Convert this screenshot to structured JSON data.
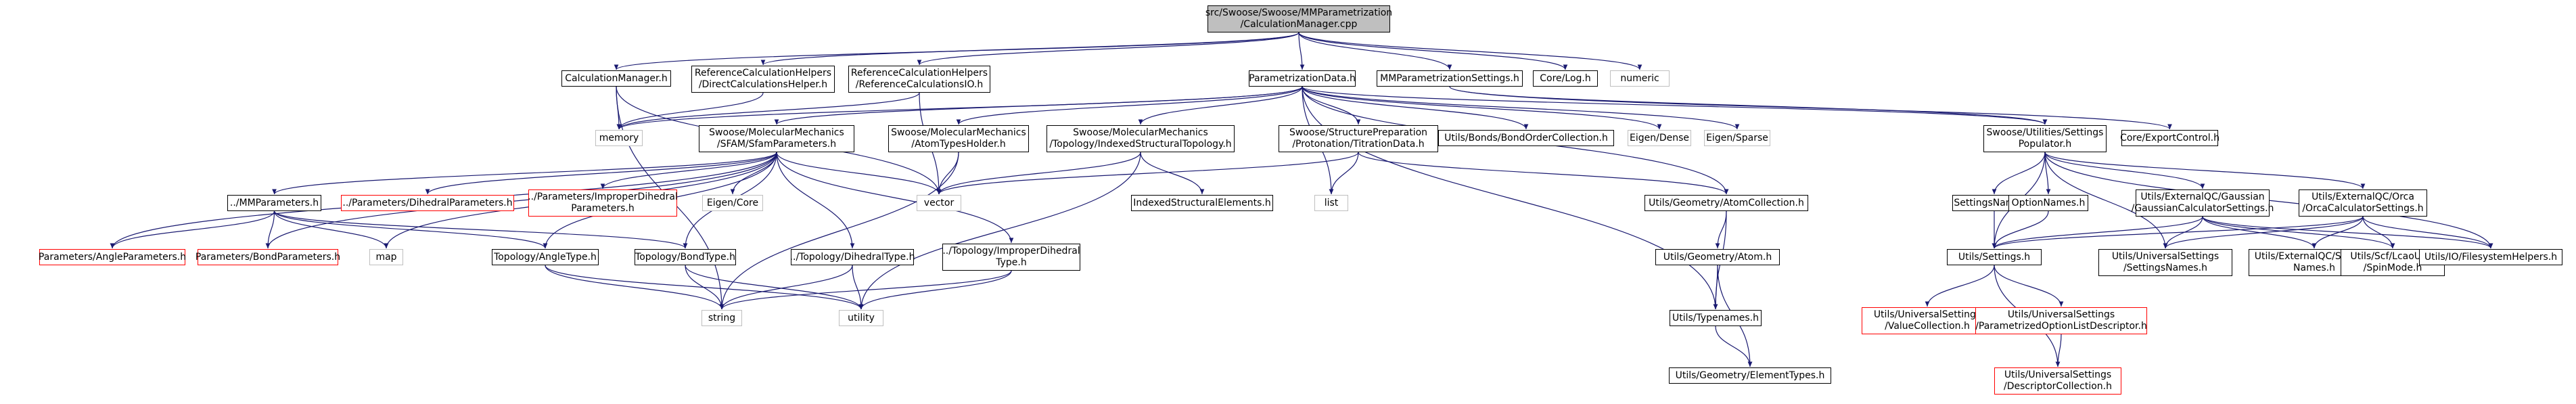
{
  "colors": {
    "edge": "#191970",
    "root_fill": "#bfbfbf",
    "node_border": "#000000",
    "external_border": "#bfbfbf",
    "missing_border": "#ff0000",
    "background": "#ffffff"
  },
  "nodes": {
    "root": [
      "src/Swoose/Swoose/MMParametrization",
      "/CalculationManager.cpp"
    ],
    "calcmgr_h": [
      "CalculationManager.h"
    ],
    "refcalc_direct": [
      "ReferenceCalculationHelpers",
      "/DirectCalculationsHelper.h"
    ],
    "refcalc_io": [
      "ReferenceCalculationHelpers",
      "/ReferenceCalculationsIO.h"
    ],
    "paramdata": [
      "ParametrizationData.h"
    ],
    "mmsettings": [
      "MMParametrizationSettings.h"
    ],
    "corelog": [
      "Core/Log.h"
    ],
    "numeric": [
      "numeric"
    ],
    "memory": [
      "memory"
    ],
    "sfam": [
      "Swoose/MolecularMechanics",
      "/SFAM/SfamParameters.h"
    ],
    "atomtypes": [
      "Swoose/MolecularMechanics",
      "/AtomTypesHolder.h"
    ],
    "indexedtopo": [
      "Swoose/MolecularMechanics",
      "/Topology/IndexedStructuralTopology.h"
    ],
    "protonation": [
      "Swoose/StructurePreparation",
      "/Protonation/TitrationData.h"
    ],
    "bondorder": [
      "Utils/Bonds/BondOrderCollection.h"
    ],
    "eigendense": [
      "Eigen/Dense"
    ],
    "eigensparse": [
      "Eigen/Sparse"
    ],
    "settingspop": [
      "Swoose/Utilities/Settings",
      "Populator.h"
    ],
    "exportcontrol": [
      "Core/ExportControl.h"
    ],
    "mmparams": [
      "../MMParameters.h"
    ],
    "dihedralparams": [
      "../Parameters/DihedralParameters.h"
    ],
    "improperparams": [
      "../Parameters/ImproperDihedral",
      "Parameters.h"
    ],
    "eigencore": [
      "Eigen/Core"
    ],
    "vector": [
      "vector"
    ],
    "indexedelems": [
      "IndexedStructuralElements.h"
    ],
    "list": [
      "list"
    ],
    "atomcoll": [
      "Utils/Geometry/AtomCollection.h"
    ],
    "settingsnames": [
      "SettingsNames.h"
    ],
    "optionnames": [
      "OptionNames.h"
    ],
    "gaussian": [
      "Utils/ExternalQC/Gaussian",
      "/GaussianCalculatorSettings.h"
    ],
    "orca": [
      "Utils/ExternalQC/Orca",
      "/OrcaCalculatorSettings.h"
    ],
    "angleparams": [
      "Parameters/AngleParameters.h"
    ],
    "bondparams": [
      "Parameters/BondParameters.h"
    ],
    "map": [
      "map"
    ],
    "angletype": [
      "Topology/AngleType.h"
    ],
    "bondtype": [
      "Topology/BondType.h"
    ],
    "dihedraltype": [
      "../Topology/DihedralType.h"
    ],
    "impropertype": [
      "../Topology/ImproperDihedral",
      "Type.h"
    ],
    "utilsatom": [
      "Utils/Geometry/Atom.h"
    ],
    "utilssettings": [
      "Utils/Settings.h"
    ],
    "univsettingsnames": [
      "Utils/UniversalSettings",
      "/SettingsNames.h"
    ],
    "extqcsettingsnames": [
      "Utils/ExternalQC/Settings",
      "Names.h"
    ],
    "scflcao": [
      "Utils/Scf/LcaoUtils",
      "/SpinMode.h"
    ],
    "iofilesystem": [
      "Utils/IO/FilesystemHelpers.h"
    ],
    "string": [
      "string"
    ],
    "utility": [
      "utility"
    ],
    "typenames": [
      "Utils/Typenames.h"
    ],
    "valuecoll": [
      "Utils/UniversalSettings",
      "/ValueCollection.h"
    ],
    "paramoption": [
      "Utils/UniversalSettings",
      "/ParametrizedOptionListDescriptor.h"
    ],
    "elementtypes": [
      "Utils/Geometry/ElementTypes.h"
    ],
    "descriptorcoll": [
      "Utils/UniversalSettings",
      "/DescriptorCollection.h"
    ]
  },
  "edges": [
    [
      "root",
      "calcmgr_h"
    ],
    [
      "root",
      "refcalc_direct"
    ],
    [
      "root",
      "refcalc_io"
    ],
    [
      "root",
      "paramdata"
    ],
    [
      "root",
      "mmsettings"
    ],
    [
      "root",
      "corelog"
    ],
    [
      "root",
      "numeric"
    ],
    [
      "calcmgr_h",
      "memory"
    ],
    [
      "calcmgr_h",
      "vector"
    ],
    [
      "calcmgr_h",
      "string"
    ],
    [
      "refcalc_direct",
      "memory"
    ],
    [
      "refcalc_io",
      "memory"
    ],
    [
      "refcalc_io",
      "vector"
    ],
    [
      "paramdata",
      "memory"
    ],
    [
      "paramdata",
      "sfam"
    ],
    [
      "paramdata",
      "atomtypes"
    ],
    [
      "paramdata",
      "indexedtopo"
    ],
    [
      "paramdata",
      "protonation"
    ],
    [
      "paramdata",
      "bondorder"
    ],
    [
      "paramdata",
      "eigendense"
    ],
    [
      "paramdata",
      "eigensparse"
    ],
    [
      "paramdata",
      "list"
    ],
    [
      "paramdata",
      "atomcoll"
    ],
    [
      "paramdata",
      "typenames"
    ],
    [
      "paramdata",
      "settingspop"
    ],
    [
      "mmsettings",
      "settingspop"
    ],
    [
      "mmsettings",
      "exportcontrol"
    ],
    [
      "sfam",
      "mmparams"
    ],
    [
      "sfam",
      "dihedralparams"
    ],
    [
      "sfam",
      "improperparams"
    ],
    [
      "sfam",
      "eigencore"
    ],
    [
      "sfam",
      "vector"
    ],
    [
      "sfam",
      "angleparams"
    ],
    [
      "sfam",
      "bondparams"
    ],
    [
      "sfam",
      "map"
    ],
    [
      "sfam",
      "angletype"
    ],
    [
      "sfam",
      "bondtype"
    ],
    [
      "sfam",
      "dihedraltype"
    ],
    [
      "sfam",
      "impropertype"
    ],
    [
      "atomtypes",
      "vector"
    ],
    [
      "atomtypes",
      "string"
    ],
    [
      "indexedtopo",
      "vector"
    ],
    [
      "indexedtopo",
      "indexedelems"
    ],
    [
      "indexedtopo",
      "utility"
    ],
    [
      "protonation",
      "vector"
    ],
    [
      "protonation",
      "list"
    ],
    [
      "protonation",
      "atomcoll"
    ],
    [
      "settingspop",
      "settingsnames"
    ],
    [
      "settingspop",
      "optionnames"
    ],
    [
      "settingspop",
      "gaussian"
    ],
    [
      "settingspop",
      "orca"
    ],
    [
      "settingspop",
      "utilssettings"
    ],
    [
      "settingspop",
      "univsettingsnames"
    ],
    [
      "settingspop",
      "iofilesystem"
    ],
    [
      "mmparams",
      "angleparams"
    ],
    [
      "mmparams",
      "bondparams"
    ],
    [
      "mmparams",
      "map"
    ],
    [
      "mmparams",
      "angletype"
    ],
    [
      "mmparams",
      "bondtype"
    ],
    [
      "atomcoll",
      "utilsatom"
    ],
    [
      "atomcoll",
      "typenames"
    ],
    [
      "settingsnames",
      "utilssettings"
    ],
    [
      "optionnames",
      "utilssettings"
    ],
    [
      "gaussian",
      "utilssettings"
    ],
    [
      "gaussian",
      "univsettingsnames"
    ],
    [
      "gaussian",
      "extqcsettingsnames"
    ],
    [
      "gaussian",
      "scflcao"
    ],
    [
      "gaussian",
      "iofilesystem"
    ],
    [
      "orca",
      "utilssettings"
    ],
    [
      "orca",
      "univsettingsnames"
    ],
    [
      "orca",
      "extqcsettingsnames"
    ],
    [
      "orca",
      "scflcao"
    ],
    [
      "orca",
      "iofilesystem"
    ],
    [
      "angletype",
      "string"
    ],
    [
      "angletype",
      "utility"
    ],
    [
      "bondtype",
      "string"
    ],
    [
      "bondtype",
      "utility"
    ],
    [
      "dihedraltype",
      "string"
    ],
    [
      "dihedraltype",
      "utility"
    ],
    [
      "impropertype",
      "string"
    ],
    [
      "impropertype",
      "utility"
    ],
    [
      "utilsatom",
      "typenames"
    ],
    [
      "utilsatom",
      "elementtypes"
    ],
    [
      "typenames",
      "elementtypes"
    ],
    [
      "utilssettings",
      "valuecoll"
    ],
    [
      "utilssettings",
      "paramoption"
    ],
    [
      "utilssettings",
      "descriptorcoll"
    ],
    [
      "paramoption",
      "descriptorcoll"
    ]
  ]
}
